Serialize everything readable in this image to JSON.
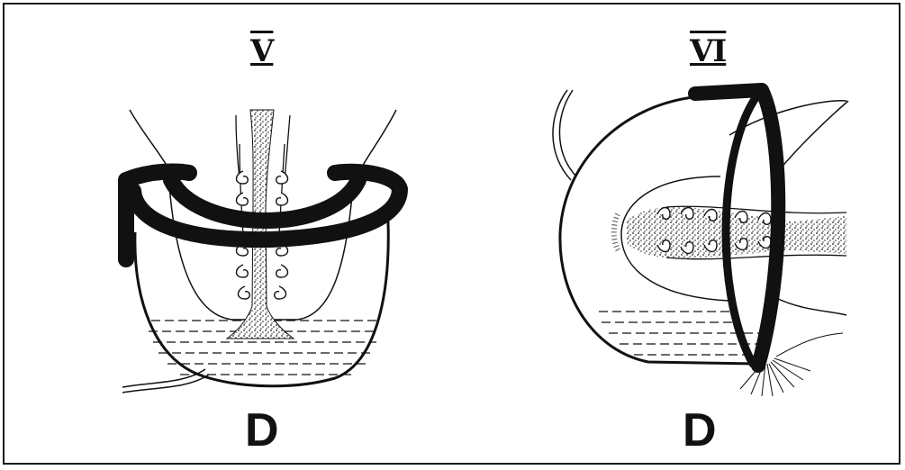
{
  "panels": [
    {
      "numeral": "V",
      "letter": "D"
    },
    {
      "numeral": "VI",
      "letter": "D"
    }
  ],
  "colors": {
    "ink": "#111111",
    "background": "#ffffff"
  }
}
